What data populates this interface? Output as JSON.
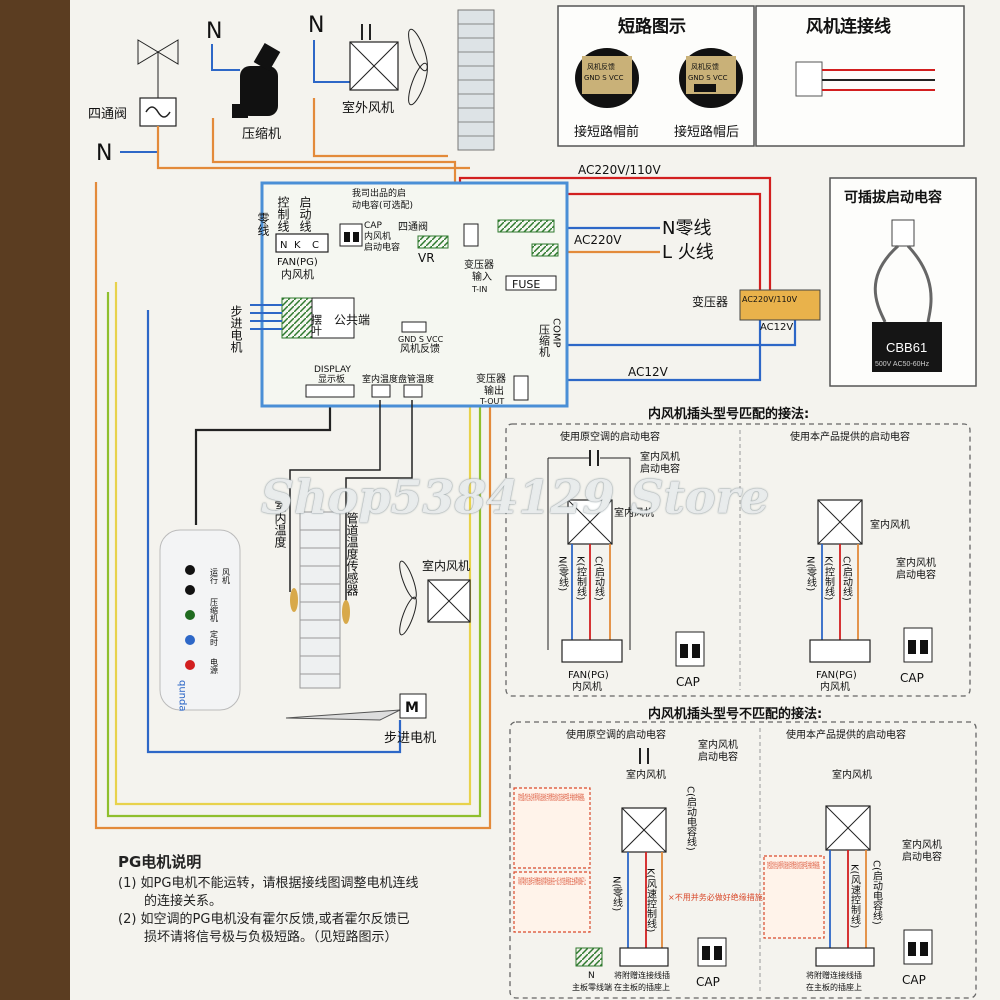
{
  "diagram": {
    "outdoor": {
      "n1": "N",
      "n2": "N",
      "n3": "N",
      "four_way_label": "四通阀",
      "compressor_label": "压缩机",
      "outdoor_fan_label": "室外风机"
    },
    "short_circuit": {
      "title": "短路图示",
      "before": "接短路帽前",
      "after": "接短路帽后",
      "chip_label_top": "风机反馈",
      "chip_label_pins": "GND S VCC"
    },
    "fan_connector": {
      "title": "风机连接线"
    },
    "plug_cap": {
      "title": "可插拔启动电容",
      "model": "CBB61",
      "rating": "500V AC50-60Hz"
    },
    "power": {
      "ac_top": "AC220V/110V",
      "n_line": "N零线",
      "l_line": "L 火线",
      "ac220": "AC220V",
      "ac12": "AC12V",
      "transformer": "变压器",
      "transformer_top": "AC220V/110V",
      "transformer_bottom": "AC12V"
    },
    "board": {
      "fan_pg": "FAN(PG)",
      "inner_fan": "内风机",
      "wire_n": "零线",
      "wire_k": "控制线",
      "wire_c": "启动线",
      "pin_n": "N",
      "pin_k": "K",
      "pin_c": "C",
      "cap_note1": "我司出品的启",
      "cap_note2": "动电容(可选配)",
      "cap": "CAP",
      "cap_sub1": "内风机",
      "cap_sub2": "启动电容",
      "four_way": "四通阀",
      "vr": "VR",
      "t_in_1": "变压器",
      "t_in_2": "输入",
      "t_in_3": "T-IN",
      "fuse": "FUSE",
      "stepper_side": "步进电机",
      "swing": "摆叶",
      "common": "公共端",
      "gnd_s_vcc": "GND S VCC",
      "fan_feedback": "风机反馈",
      "comp1": "压缩机",
      "comp2": "COMP",
      "display1": "DISPLAY",
      "display2": "显示板",
      "room_temp": "室内温度",
      "pipe_temp": "盘管温度",
      "t_out_1": "变压器",
      "t_out_2": "输出",
      "t_out_3": "T-OUT"
    },
    "indoor": {
      "room_sensor": "室内温度",
      "pipe_sensor": "管道温度传感器",
      "indoor_fan": "室内风机",
      "stepper": "步进电机",
      "stepper_m": "M"
    },
    "display_panel": {
      "brand": "qunda",
      "labels": [
        "运行",
        "压缩机",
        "风机",
        "定时",
        "电源"
      ]
    },
    "match": {
      "title": "内风机插头型号匹配的接法:",
      "left_title": "使用原空调的启动电容",
      "right_title": "使用本产品提供的启动电容",
      "fan_cap1": "室内风机",
      "fan_cap2": "启动电容",
      "fan": "室内风机",
      "n": "N(零线)",
      "k": "K(控制线)",
      "c": "C(启动线)",
      "fan_pg": "FAN(PG)",
      "inner_fan": "内风机",
      "cap": "CAP"
    },
    "mismatch": {
      "title": "内风机插头型号不匹配的接法:",
      "left_title": "使用原空调的启动电容",
      "right_title": "使用本产品提供的启动电容",
      "fan_cap1": "室内风机",
      "fan_cap2": "启动电容",
      "fan": "室内风机",
      "c": "C(启动电容线)",
      "n": "N(零线)",
      "k": "K(风速控制线)",
      "warn_note": "双色圆点处务必将原风机连接线与附赠连线对应连接牢固,并做好绝缘措施。",
      "zero_note": "风机零线可选择与附赠连线的零线连接在一起,也可选择插在主板零线端子上",
      "insulate_note": "×不用并务必做好绝缘措施",
      "plug_note1": "将附赠连接线插",
      "plug_note2": "在主板的插座上",
      "main_n": "N",
      "main_n_note": "主板零线端",
      "cap": "CAP"
    },
    "notes": {
      "title": "PG电机说明",
      "items": [
        "(1) 如PG电机不能运转，请根据接线图调整电机连线",
        "的连接关系。",
        "(2) 如空调的PG电机没有霍尔反馈,或者霍尔反馈已",
        "损坏请将信号极与负极短路。（见短路图示）"
      ]
    },
    "watermark": "Shop5384129 Store"
  }
}
